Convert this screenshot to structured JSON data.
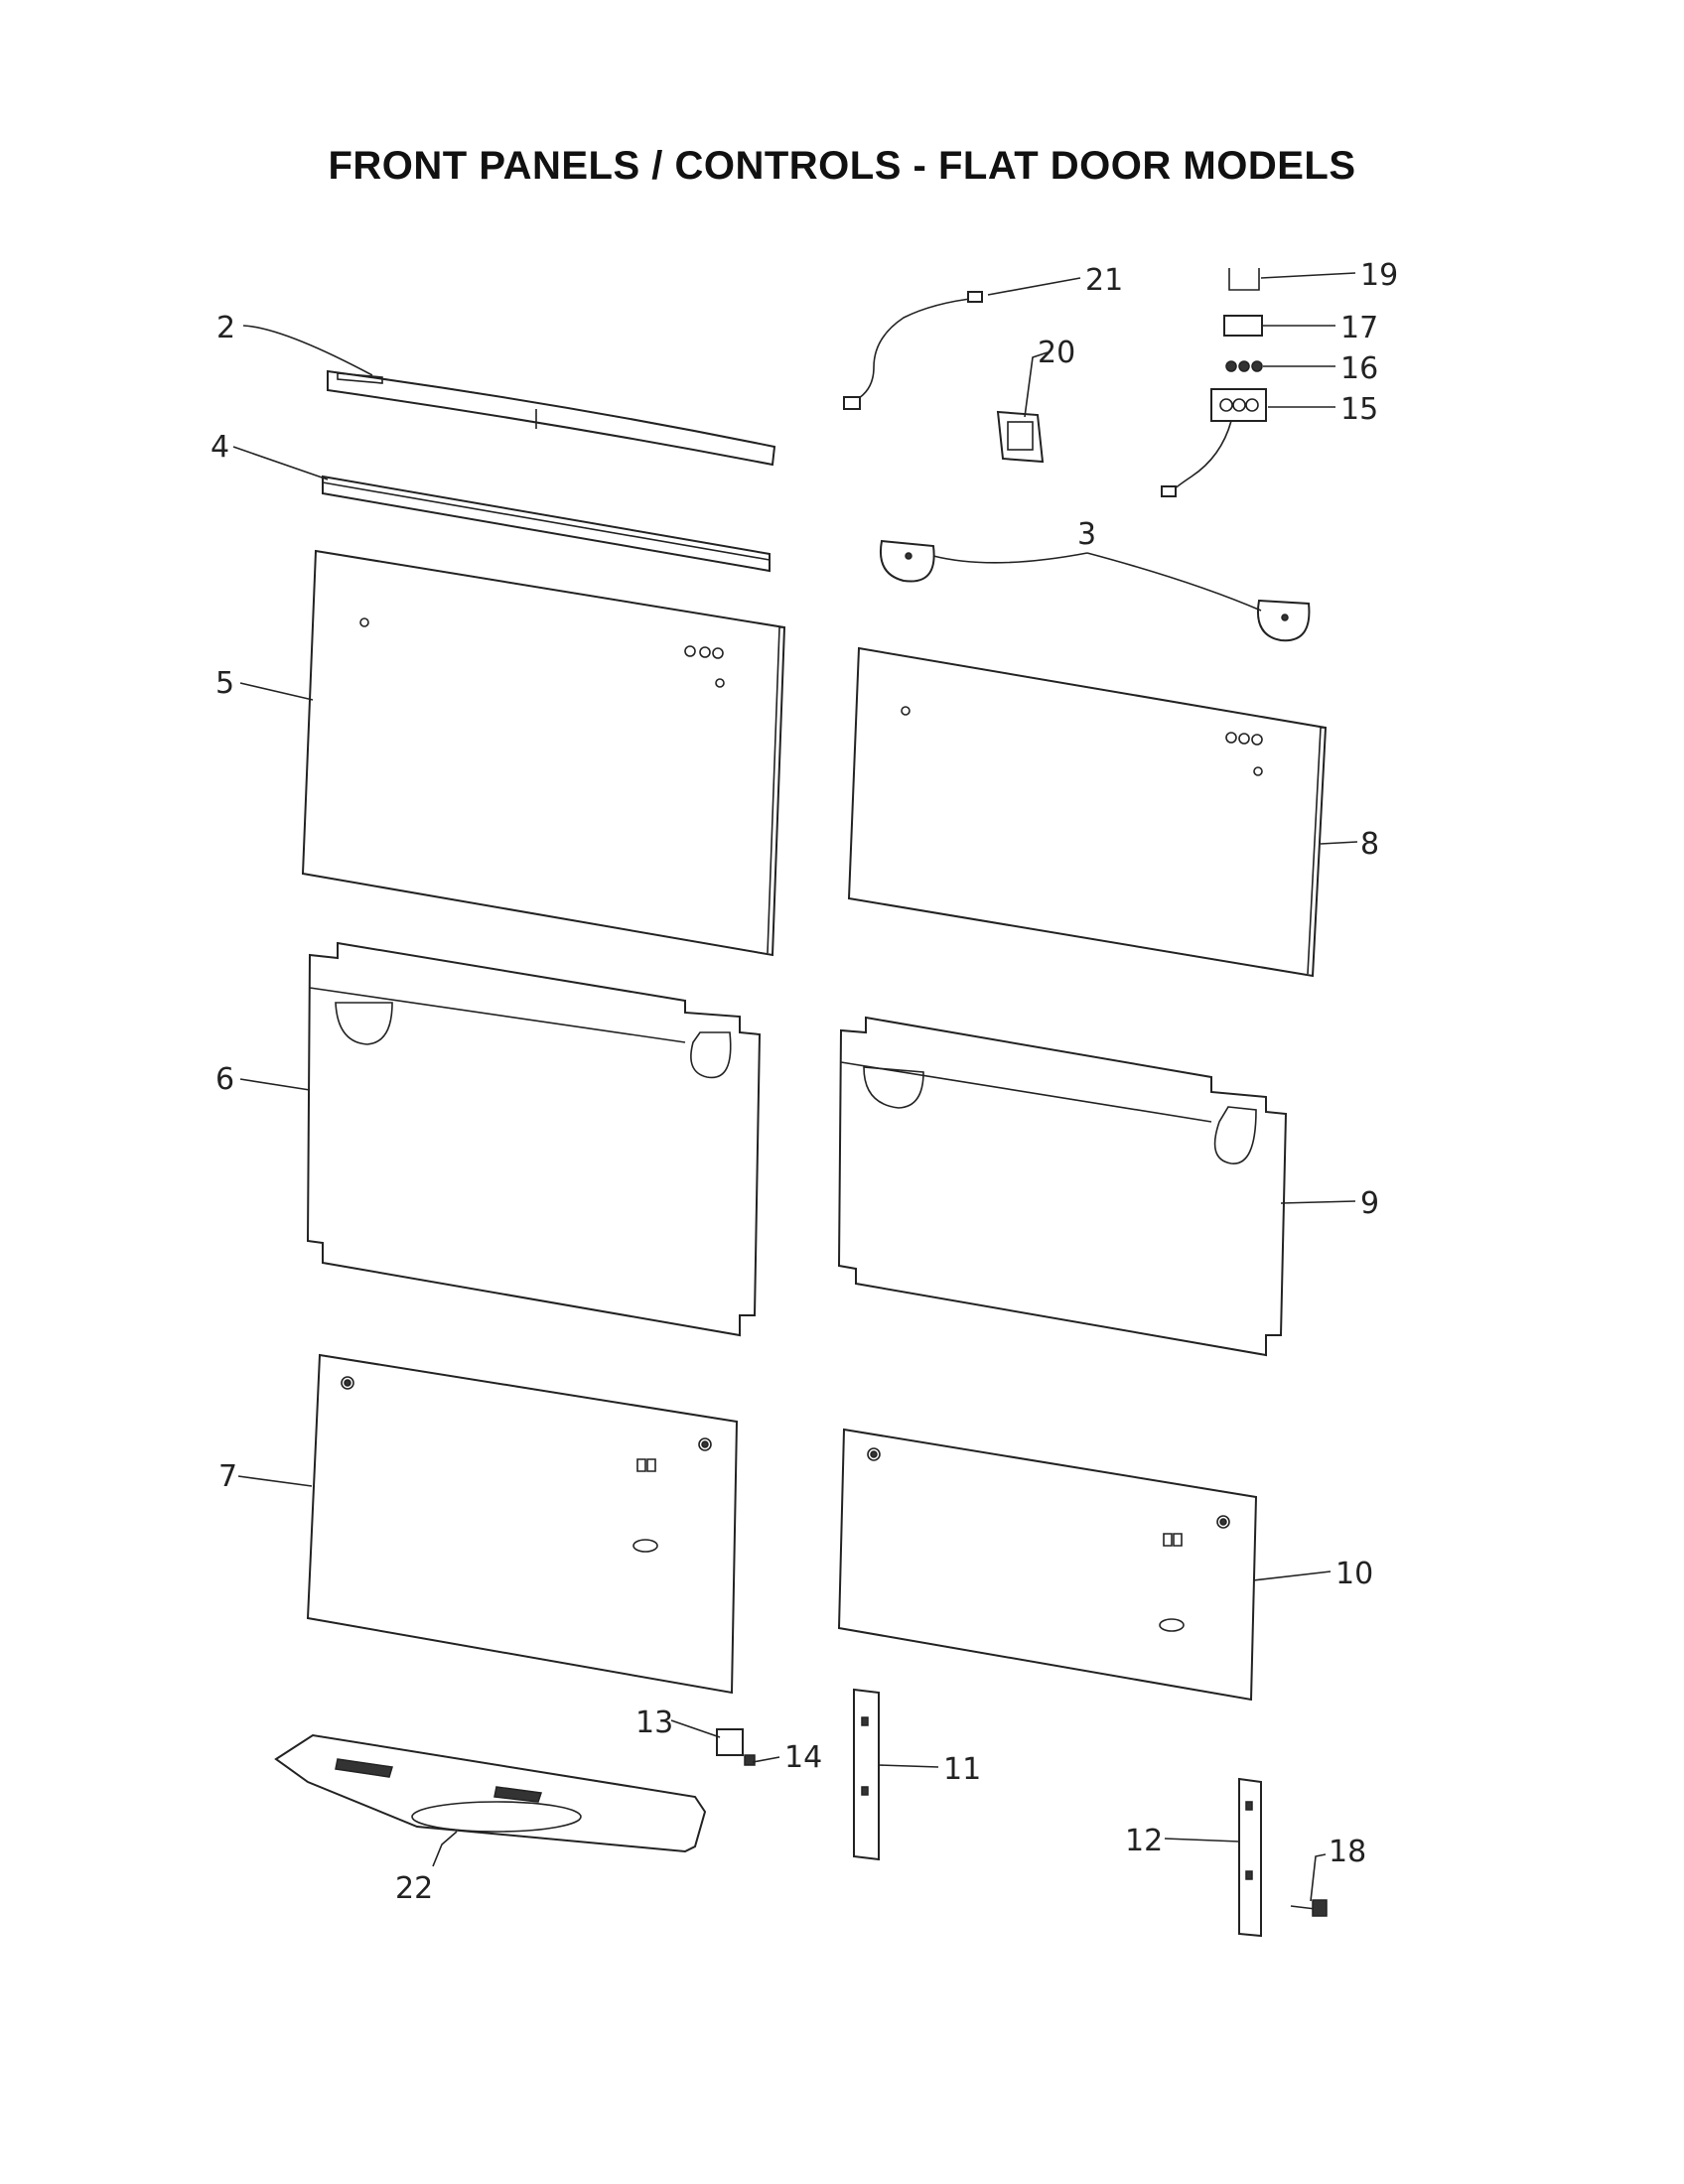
{
  "title": "FRONT PANELS / CONTROLS - FLAT DOOR MODELS",
  "callouts": [
    "2",
    "3",
    "4",
    "5",
    "6",
    "7",
    "8",
    "9",
    "10",
    "11",
    "12",
    "13",
    "14",
    "15",
    "16",
    "17",
    "18",
    "19",
    "20",
    "21",
    "22"
  ]
}
